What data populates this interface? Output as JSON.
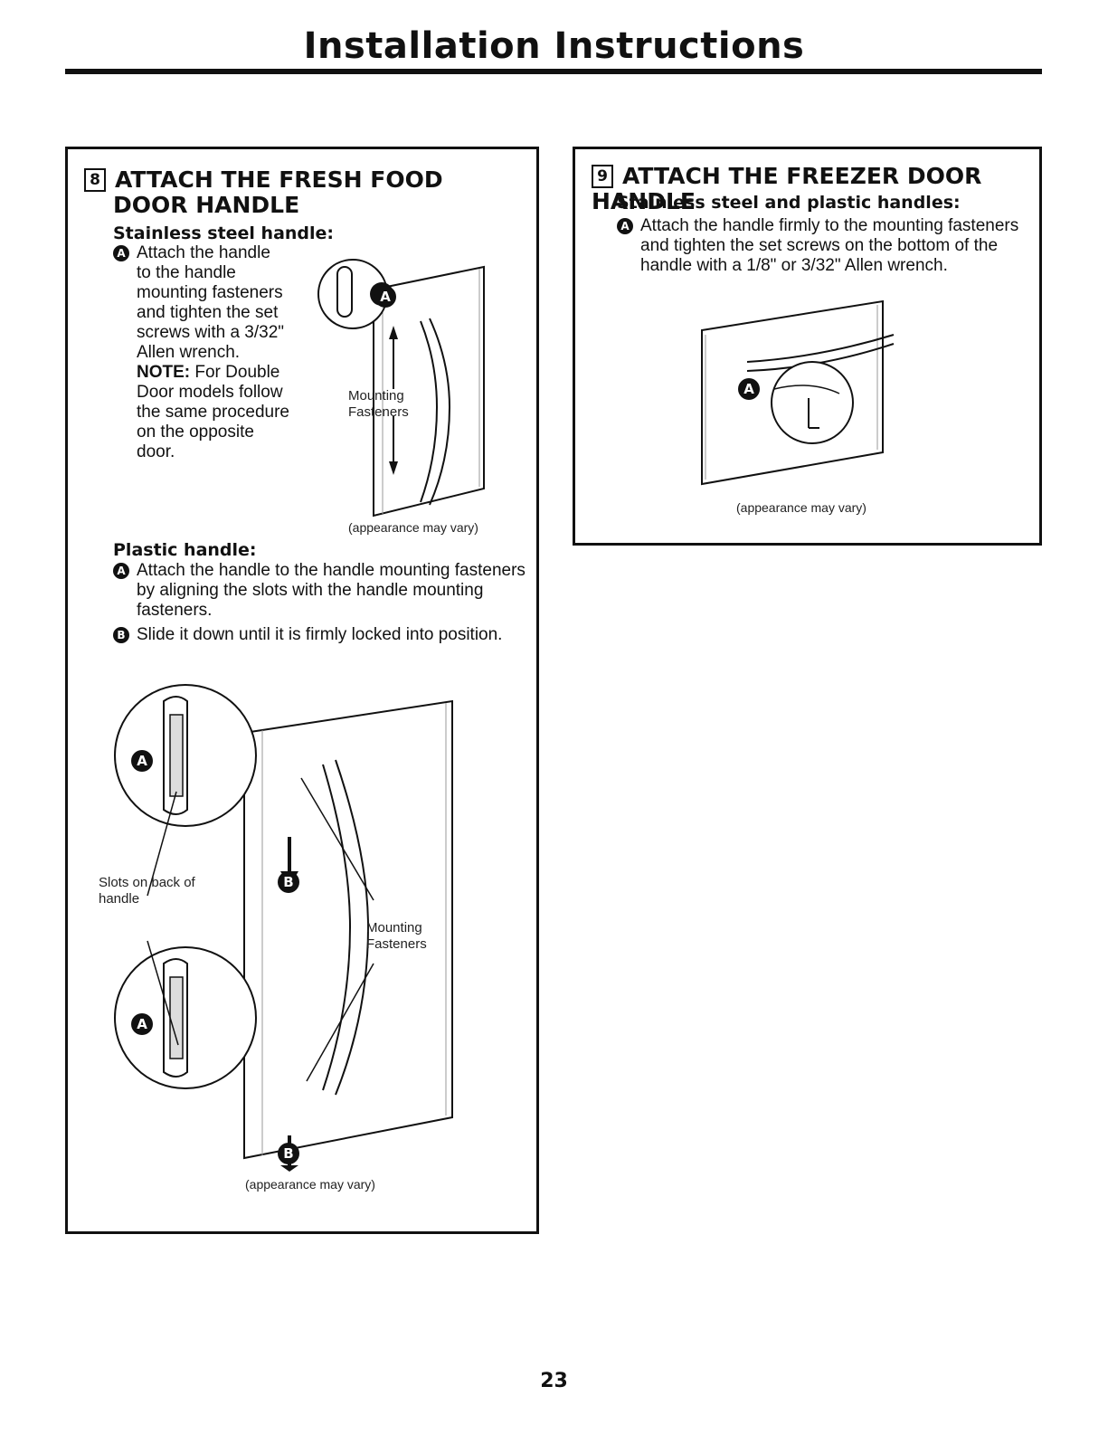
{
  "header": {
    "title": "Installation Instructions"
  },
  "step8": {
    "number": "8",
    "title_line1": "ATTACH THE FRESH FOOD",
    "title_line2": "DOOR HANDLE",
    "stainless": {
      "heading": "Stainless steel handle:",
      "badge": "A",
      "lines": [
        "Attach the handle",
        "to the handle",
        "mounting fasteners",
        "and tighten the set",
        "screws with a 3/32\"",
        "Allen wrench."
      ],
      "note_label": "NOTE:",
      "note_lines": [
        " For Double",
        "Door models follow",
        "the same procedure",
        "on the opposite",
        "door."
      ],
      "fig_badge": "A",
      "fig_label_line1": "Mounting",
      "fig_label_line2": "Fasteners",
      "caption": "(appearance may vary)"
    },
    "plastic": {
      "heading": "Plastic handle:",
      "bullet_a": {
        "badge": "A",
        "lines": [
          "Attach the handle to the handle mounting fasteners",
          "by aligning the slots with the handle mounting",
          "fasteners."
        ]
      },
      "bullet_b": {
        "badge": "B",
        "text": "Slide it down until it is firmly locked into position."
      },
      "fig_badge_a_top": "A",
      "fig_badge_a_bottom": "A",
      "fig_badge_b_top": "B",
      "fig_badge_b_bottom": "B",
      "slots_label_line1": "Slots on back of",
      "slots_label_line2": "handle",
      "mounting_label_line1": "Mounting",
      "mounting_label_line2": "Fasteners",
      "caption": "(appearance may vary)"
    }
  },
  "step9": {
    "number": "9",
    "title": "ATTACH THE FREEZER DOOR HANDLE",
    "heading": "Stainless steel and plastic handles:",
    "bullet": {
      "badge": "A",
      "lines": [
        "Attach the handle firmly to the mounting fasteners",
        "and tighten the set screws on the bottom of the",
        "handle with a 1/8\" or 3/32\" Allen wrench."
      ]
    },
    "fig_badge": "A",
    "caption": "(appearance may vary)"
  },
  "footer": {
    "page_number": "23"
  }
}
